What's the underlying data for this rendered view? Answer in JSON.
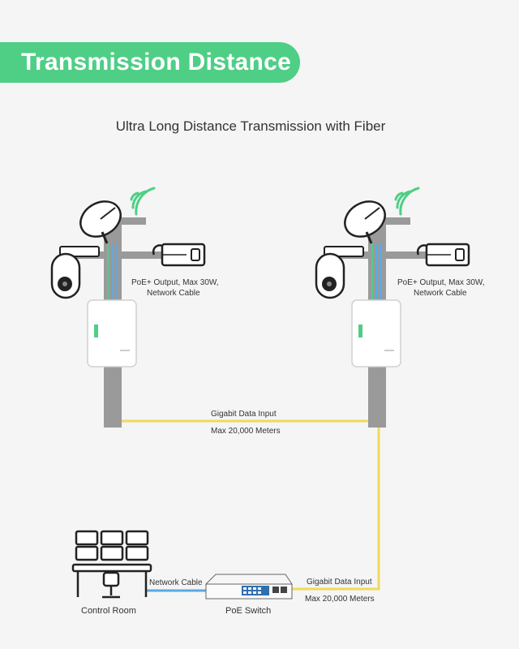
{
  "header": {
    "title": "Transmission Distance"
  },
  "subtitle": "Ultra Long Distance Transmission with Fiber",
  "left_site": {
    "poe_label_line1": "PoE+ Output, Max 30W,",
    "poe_label_line2": "Network Cable"
  },
  "right_site": {
    "poe_label_line1": "PoE+ Output, Max 30W,",
    "poe_label_line2": "Network Cable"
  },
  "link_between_poles": {
    "label": "Gigabit Data Input",
    "distance": "Max 20,000 Meters"
  },
  "link_switch": {
    "label": "Gigabit Data Input",
    "distance": "Max 20,000 Meters"
  },
  "network_cable_label": "Network Cable",
  "control_room_label": "Control Room",
  "poe_switch_label": "PoE Switch",
  "colors": {
    "accent": "#4fce86",
    "fiber": "#f1d95c",
    "network_cable": "#5aa9e6",
    "pole": "#9a9a9a"
  }
}
